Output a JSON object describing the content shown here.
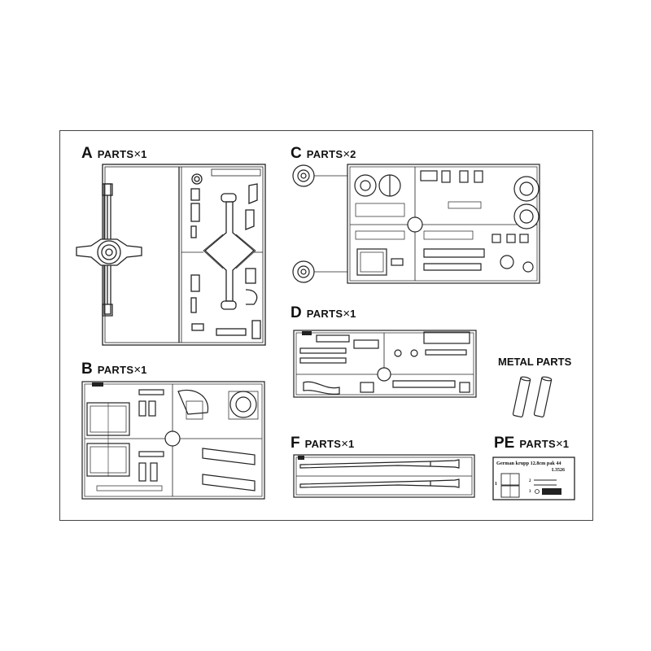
{
  "sheet": {
    "sprues": [
      {
        "letter": "A",
        "parts_word": "PARTS",
        "multiplier": "×",
        "quantity": "1"
      },
      {
        "letter": "B",
        "parts_word": "PARTS",
        "multiplier": "×",
        "quantity": "1"
      },
      {
        "letter": "C",
        "parts_word": "PARTS",
        "multiplier": "×",
        "quantity": "2"
      },
      {
        "letter": "D",
        "parts_word": "PARTS",
        "multiplier": "×",
        "quantity": "1"
      },
      {
        "letter": "F",
        "parts_word": "PARTS",
        "multiplier": "×",
        "quantity": "1"
      },
      {
        "letter": "PE",
        "parts_word": "PARTS",
        "multiplier": "×",
        "quantity": "1"
      }
    ],
    "metal_parts_title": "METAL PARTS",
    "pe_fret": {
      "line1": "German krupp  12.8cm pak 44",
      "code": "L3526",
      "part_1": "1",
      "part_2": "2",
      "part_3": "3"
    }
  }
}
